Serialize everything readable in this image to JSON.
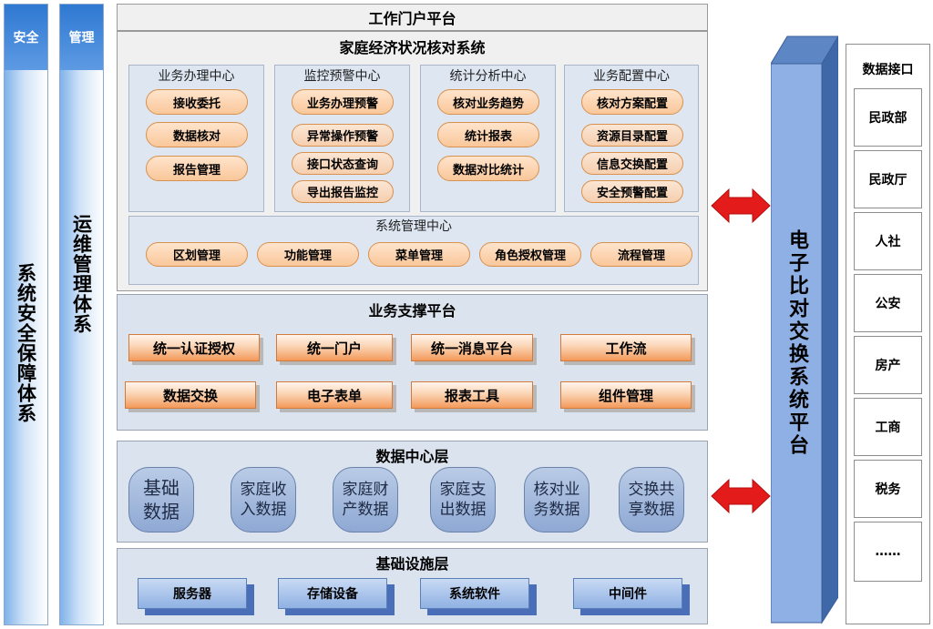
{
  "left_bars": {
    "security": {
      "header": "安全",
      "body": "系统安全保障体系"
    },
    "management": {
      "header": "管理",
      "body": "运维管理体系"
    }
  },
  "portal": {
    "title": "工作门户平台",
    "system_title": "家庭经济状况核对系统",
    "centers": [
      {
        "title": "业务办理中心",
        "items": [
          "接收委托",
          "数据核对",
          "报告管理"
        ]
      },
      {
        "title": "监控预警中心",
        "items": [
          "业务办理预警",
          "异常操作预警",
          "接口状态查询",
          "导出报告监控"
        ]
      },
      {
        "title": "统计分析中心",
        "items": [
          "核对业务趋势",
          "统计报表",
          "数据对比统计"
        ]
      },
      {
        "title": "业务配置中心",
        "items": [
          "核对方案配置",
          "资源目录配置",
          "信息交换配置",
          "安全预警配置"
        ]
      }
    ],
    "system_mgmt": {
      "title": "系统管理中心",
      "items": [
        "区划管理",
        "功能管理",
        "菜单管理",
        "角色授权管理",
        "流程管理"
      ]
    }
  },
  "support": {
    "title": "业务支撑平台",
    "items": [
      "统一认证授权",
      "统一门户",
      "统一消息平台",
      "工作流",
      "数据交换",
      "电子表单",
      "报表工具",
      "组件管理"
    ]
  },
  "datacenter": {
    "title": "数据中心层",
    "items": [
      "基础数据",
      "家庭收入数据",
      "家庭财产数据",
      "家庭支出数据",
      "核对业务数据",
      "交换共享数据"
    ]
  },
  "infrastructure": {
    "title": "基础设施层",
    "items": [
      "服务器",
      "存储设备",
      "系统软件",
      "中间件"
    ]
  },
  "exchange": {
    "title": "电子比对交换系统平台"
  },
  "interface": {
    "title": "数据接口",
    "items": [
      "民政部",
      "民政厅",
      "人社",
      "公安",
      "房产",
      "工商",
      "税务",
      "……"
    ]
  },
  "colors": {
    "arrow": "#e31b1b",
    "pill_border": "#d9914f",
    "tower": "#7aa3dd"
  }
}
